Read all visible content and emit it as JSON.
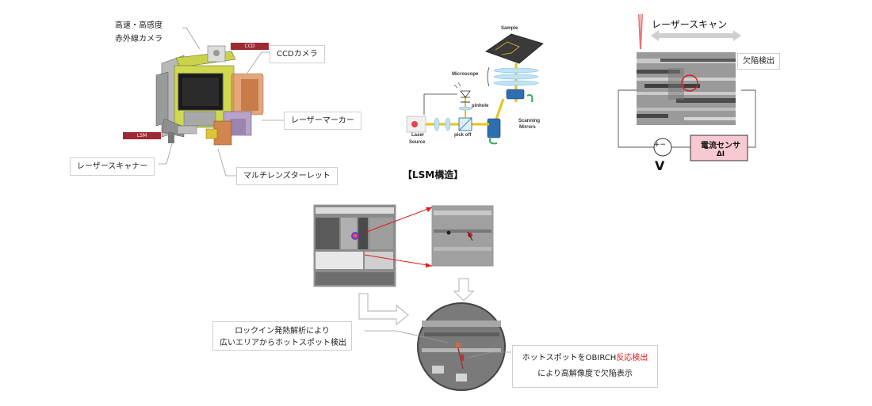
{
  "camera_figure": {
    "label_hs_ir_camera_line1": "高速・高感度",
    "label_hs_ir_camera_line2": "赤外線カメラ",
    "tag_ccd": "CCD",
    "label_ccd_camera": "CCDカメラ",
    "label_laser_marker": "レーザーマーカー",
    "tag_lsm": "LSM",
    "label_laser_scanner": "レーザースキャナー",
    "label_multi_lens_turret": "マルチレンズターレット"
  },
  "lsm_diagram": {
    "label_sample": "Sample",
    "label_microscope": "Microscope",
    "label_pinhole": "pinhole",
    "label_scanning_mirrors_line1": "Scanning",
    "label_scanning_mirrors_line2": "Mirrors",
    "label_laser_source_line1": "Laser",
    "label_laser_source_line2": "Source",
    "label_pick_off": "pick off",
    "caption": "【LSM構造】"
  },
  "obirch_diagram": {
    "label_laser_scan": "レーザースキャン",
    "label_defect_detection": "欠陥検出",
    "label_current_sensor": "電流センサ",
    "label_delta_i": "ΔI",
    "label_voltage": "V",
    "label_plus_minus": "+−"
  },
  "analysis_flow": {
    "callout_left_line1": "ロックイン発熱解析により",
    "callout_left_line2": "広いエリアからホットスポット検出",
    "callout_right_part1": "ホットスポットをOBIRCH",
    "callout_right_highlight": "反応検出",
    "callout_right_line2": "により高解像度で欠陥表示"
  },
  "colors": {
    "tag_red": "#9b2a33",
    "beam_yellow": "#e8c21a",
    "beam_blue": "#9fd4f0",
    "highlight_red": "#e01b1b",
    "sensor_pink": "#f7c9d2"
  }
}
